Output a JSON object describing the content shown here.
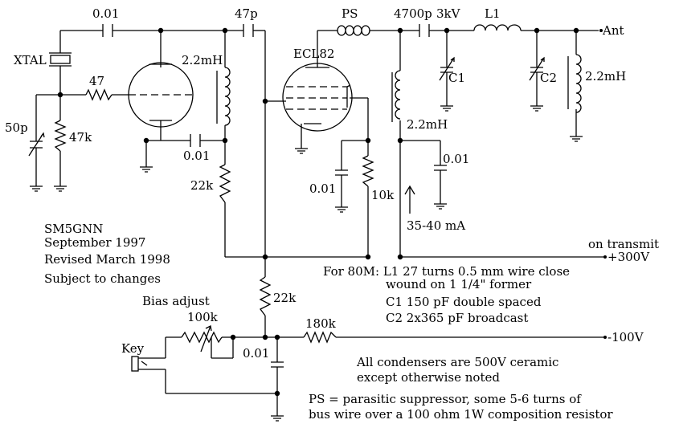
{
  "labels": {
    "cap_0_01_input": "0.01",
    "cap_47p": "47p",
    "ps": "PS",
    "cap_4700p": "4700p",
    "cap_3kv": "3kV",
    "l1": "L1",
    "ant": "Ant",
    "xtal": "XTAL",
    "res_47": "47",
    "ind_2_2mh_grid": "2.2mH",
    "tube": "ECL82",
    "c1": "C1",
    "c2": "C2",
    "ind_2_2mh_ant": "2.2mH",
    "cap_50p": "50p",
    "res_47k": "47k",
    "ind_2_2mh_plate": "2.2mH",
    "cap_0_01_cathode": "0.01",
    "cap_0_01_plate_bypass": "0.01",
    "res_22k_upper": "22k",
    "cap_0_01_screen": "0.01",
    "res_10k": "10k",
    "current": "35-40 mA",
    "on_transmit": "on transmit",
    "plus_300v": "+300V",
    "res_22k_lower": "22k",
    "bias_adjust": "Bias adjust",
    "res_100k": "100k",
    "res_180k": "180k",
    "minus_100v": "-100V",
    "key": "Key",
    "cap_0_01_bias": "0.01"
  },
  "notes": {
    "author": "SM5GNN",
    "date": "September 1997",
    "revised": "Revised March 1998",
    "subject": "Subject to changes",
    "for80m_line1": "For 80M: L1 27 turns 0.5 mm wire close",
    "for80m_line2": "wound on 1 1/4\" former",
    "for80m_line3": "C1 150 pF double spaced",
    "for80m_line4": "C2 2x365 pF broadcast",
    "condensers_line1": "All condensers are 500V ceramic",
    "condensers_line2": "except otherwise noted",
    "ps_line1": "PS = parasitic suppressor, some 5-6 turns of",
    "ps_line2": "bus wire over a 100 ohm 1W composition resistor"
  }
}
